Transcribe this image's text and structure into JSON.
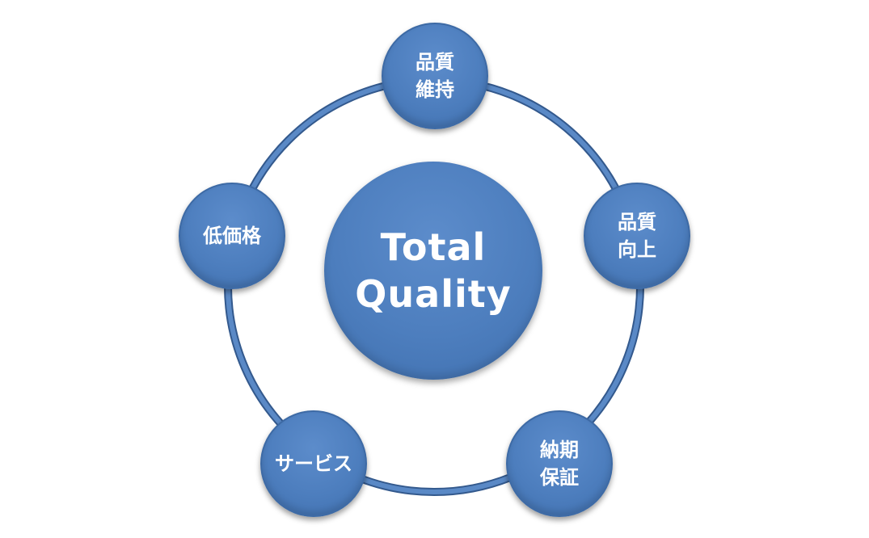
{
  "diagram": {
    "center": {
      "line1": "Total",
      "line2": "Quality"
    },
    "nodes": [
      {
        "id": "top",
        "label": "品質\n維持"
      },
      {
        "id": "right",
        "label": "品質\n向上"
      },
      {
        "id": "br",
        "label": "納期\n保証"
      },
      {
        "id": "bl",
        "label": "サービス"
      },
      {
        "id": "left",
        "label": "低価格"
      }
    ],
    "colors": {
      "node_fill": "#4d7ebe",
      "ring": "#4a79b6",
      "ring_edge": "#33598d",
      "text": "#ffffff"
    }
  }
}
